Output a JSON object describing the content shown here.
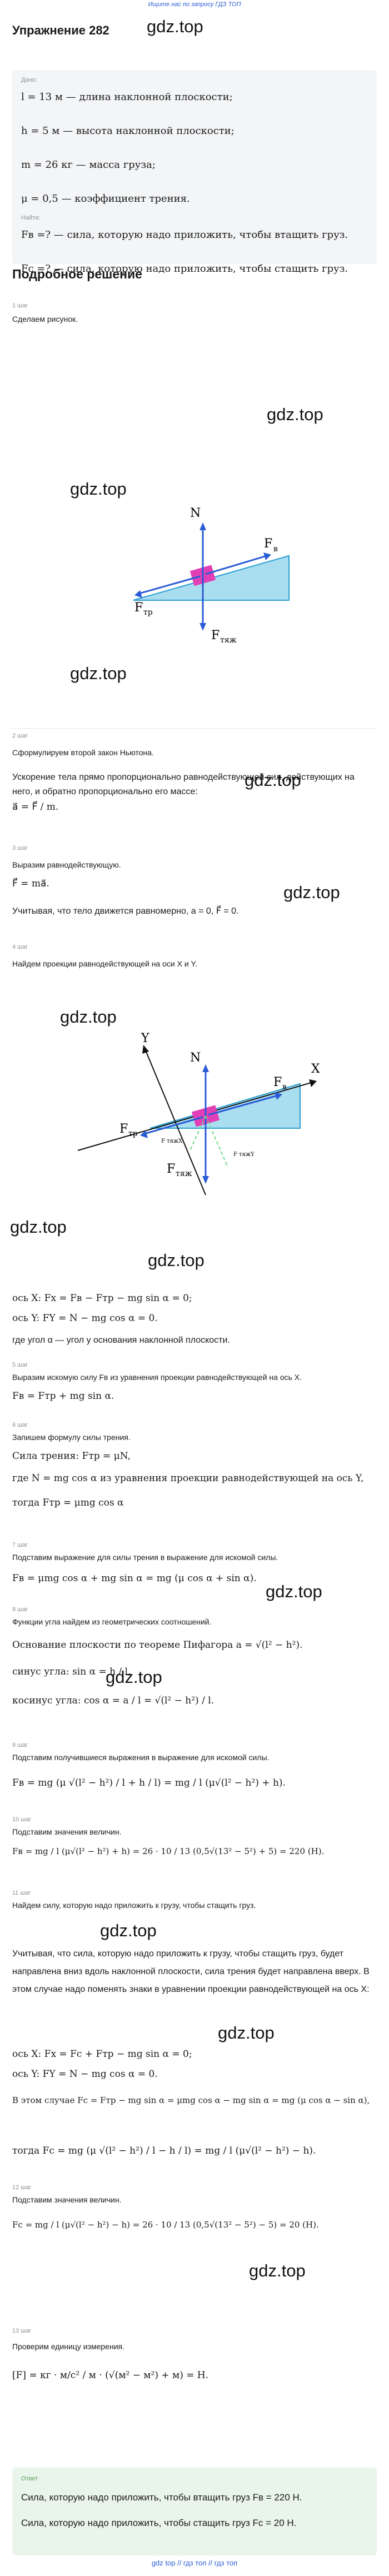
{
  "topbar": {
    "link": "Ищите нас по запросу ГДЗ ТОП"
  },
  "title": "Упражнение 282",
  "watermark": "gdz.top",
  "given": {
    "label": "Дано:",
    "rows": [
      "l = 13 м — длина наклонной плоскости;",
      "h = 5 м — высота наклонной плоскости;",
      "m = 26 кг — масса груза;",
      "μ = 0,5 — коэффициент трения."
    ],
    "find_label": "Найти:",
    "find_rows": [
      "Fв =? — сила, которую надо приложить, чтобы втащить груз.",
      "Fс =? — сила, которую надо приложить, чтобы стащить груз."
    ]
  },
  "solution_title": "Подробное решение",
  "steps": {
    "s1": {
      "label": "1 шаг",
      "text": "Сделаем рисунок."
    },
    "s2": {
      "label": "2 шаг",
      "text1": "Сформулируем второй закон Ньютона.",
      "text2": "Ускорение тела прямо пропорционально равнодействующей сил, действующих на него, и обратно пропорционально его массе:",
      "formula": "a⃗ = F⃗ / m."
    },
    "s3": {
      "label": "3 шаг",
      "text": "Выразим равнодействующую.",
      "formula": "F⃗ = ma⃗.",
      "text2": "Учитывая, что тело движется равномерно, a = 0, F⃗ = 0."
    },
    "s4": {
      "label": "4 шаг",
      "text": "Найдем проекции равнодействующей на оси X и Y."
    },
    "s5": {
      "label": "",
      "f1": "ось X: Fx = Fв − Fтр − mg sin α = 0;",
      "f2": "ось Y: FY = N − mg cos α = 0.",
      "text": "где угол α — угол у основания наклонной плоскости."
    },
    "s6": {
      "label": "5 шаг",
      "text": "Выразим искомую силу Fв из уравнения проекции равнодействующей на ось X.",
      "formula": "Fв = Fтр + mg sin α."
    },
    "s7": {
      "label": "6 шаг",
      "text": "Запишем формулу силы трения.",
      "f1": "Сила трения: Fтр = μN,",
      "f2": "где N = mg cos α из уравнения проекции равнодействующей на ось Y,",
      "f3": "тогда Fтр = μmg cos α"
    },
    "s8": {
      "label": "7 шаг",
      "text": "Подставим выражение для силы трения в выражение для искомой силы.",
      "formula": "Fв = μmg cos α + mg sin α = mg (μ cos α + sin α)."
    },
    "s9": {
      "label": "8 шаг",
      "text": "Функции угла найдем из геометрических соотношений.",
      "f1": "Основание плоскости по теореме Пифагора a = √(l² − h²).",
      "f2": "синус угла: sin α = h / l,",
      "f3": "косинус угла: cos α = a / l = √(l² − h²) / l."
    },
    "s10": {
      "label": "9 шаг",
      "text": "Подставим получившиеся выражения в выражение для искомой силы.",
      "formula": "Fв = mg (μ √(l² − h²) / l + h / l) = mg / l (μ√(l² − h²) + h)."
    },
    "s11": {
      "label": "10 шаг",
      "text": "Подставим значения величин.",
      "formula": "Fв = mg / l (μ√(l² − h²) + h) = 26 · 10 / 13 (0,5√(13² − 5²) + 5) = 220 (Н)."
    },
    "s12": {
      "label": "11 шаг",
      "text": "Найдем силу, которую надо приложить к грузу, чтобы стащить груз.",
      "t2": "Учитывая, что сила, которую надо приложить к грузу, чтобы стащить груз, будет направлена вниз вдоль наклонной плоскости, сила трения будет направлена вверх. В этом случае надо поменять знаки в уравнении проекции равнодействующей на ось X:",
      "f1": "ось X: Fx = Fс + Fтр − mg sin α = 0;",
      "f2": "ось Y: FY = N − mg cos α = 0.",
      "f3": "В этом случае Fс = Fтр − mg sin α = μmg cos α − mg sin α = mg (μ cos α − sin α),",
      "f4": "тогда Fс = mg (μ √(l² − h²) / l − h / l) = mg / l (μ√(l² − h²) − h)."
    },
    "s13": {
      "label": "12 шаг",
      "text": "Подставим значения величин.",
      "formula": "Fс = mg / l (μ√(l² − h²) − h) = 26 · 10 / 13 (0,5√(13² − 5²) − 5) = 20 (Н)."
    },
    "s14": {
      "label": "13 шаг",
      "text": "Проверим единицу измерения.",
      "formula": "[F] = кг · м/с² / м · (√(м² − м²) + м) = Н."
    }
  },
  "answer": {
    "label": "Ответ",
    "line1": "Сила, которую надо приложить, чтобы втащить груз Fв = 220 Н.",
    "line2": "Сила, которую надо приложить, чтобы стащить груз Fс = 20 Н."
  },
  "footer": "gdz top // гдз топ // гдз топ",
  "figure1": {
    "N": "N",
    "Fv": "F",
    "Fv_sub": "в",
    "Ftr": "F",
    "Ftr_sub": "тр",
    "Ftyazh": "F",
    "Ftyazh_sub": "тяж"
  },
  "figure2": {
    "X": "X",
    "Y": "Y",
    "N": "N",
    "Fv": "F",
    "Fv_sub": "в",
    "Ftr": "F",
    "Ftr_sub": "тр",
    "Ftyazh": "F",
    "Ftyazh_sub": "тяж",
    "Fx_small": "F тяжX",
    "Fy_small": "F тяжY"
  },
  "colors": {
    "slope": "#a9ddf0",
    "block": "#e23fb6",
    "arrow": "#2a5cd6",
    "answer_bg": "#e9f4ea"
  }
}
